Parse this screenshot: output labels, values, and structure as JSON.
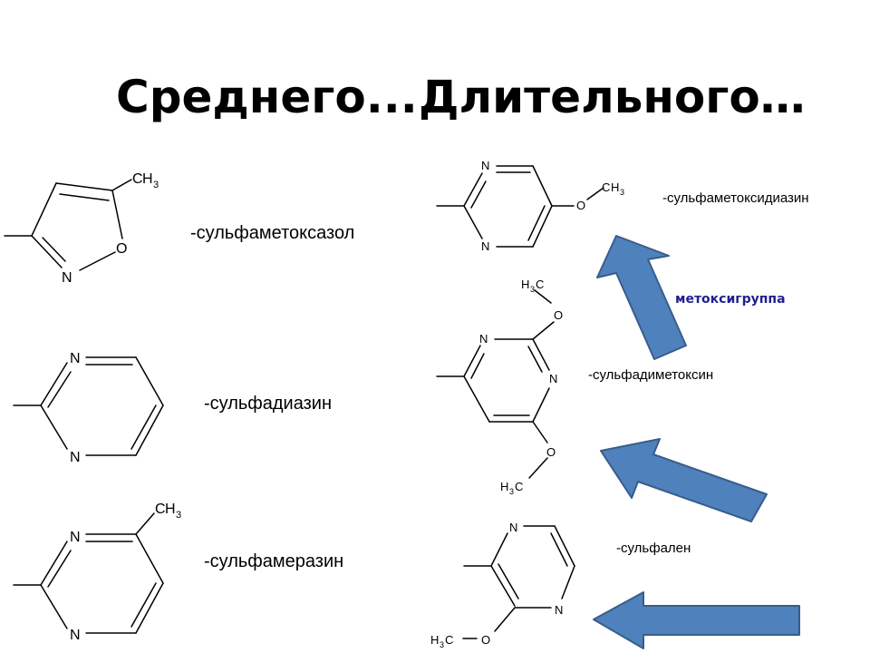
{
  "titles": {
    "medium": "Среднего...",
    "long": "Длительного…"
  },
  "compounds": {
    "sulfamethoxazole": "-сульфаметоксазол",
    "sulfadiazine": "-сульфадиазин",
    "sulfamerazine": "-сульфамеразин",
    "sulfamethoxydiazine": "-сульфаметоксидиазин",
    "sulfadimethoxine": "-сульфадиметоксин",
    "sulfalene": "-сульфален"
  },
  "annotation": {
    "methoxy_group": "метоксигруппа"
  },
  "atoms": {
    "N": "N",
    "O": "O",
    "C": "C",
    "H": "H",
    "sub3": "3"
  },
  "colors": {
    "arrow_fill": "#4f81bd",
    "arrow_stroke": "#385d8a",
    "accent": "#1f1f8f"
  }
}
